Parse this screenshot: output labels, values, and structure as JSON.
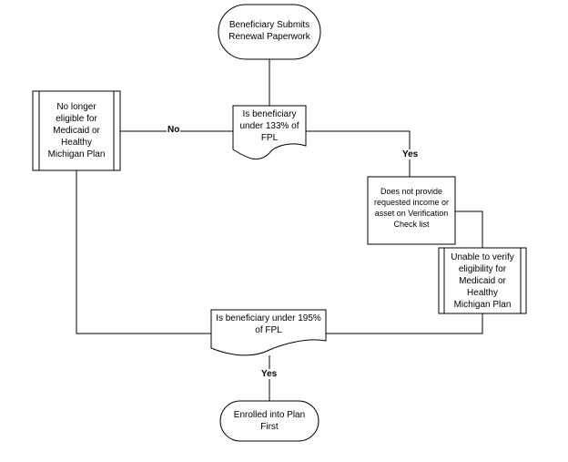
{
  "nodes": {
    "start": "Beneficiary Submits\nRenewal Paperwork",
    "decision_133": "Is beneficiary\nunder 133% of\nFPL",
    "no_longer_eligible": "No longer\neligible for\nMedicaid or\nHealthy\nMichigan Plan",
    "missing_docs": "Does not provide\nrequested income or\nasset on Verification\nCheck list",
    "unable_verify": "Unable to verify\neligibility for\nMedicaid or\nHealthy\nMichigan Plan",
    "decision_195": "Is beneficiary under 195%\nof FPL",
    "end": "Enrolled into Plan\nFirst"
  },
  "edge_labels": {
    "no": "No",
    "yes_133": "Yes",
    "yes_195": "Yes"
  }
}
